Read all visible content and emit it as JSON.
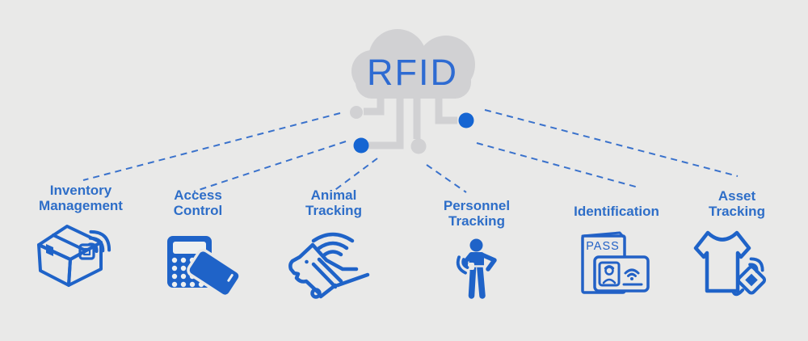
{
  "cloud": {
    "label": "RFID",
    "label_color": "#2e6bd2",
    "fill_color": "#d1d1d3"
  },
  "colors": {
    "background": "#e9e9e8",
    "icon_blue": "#1f63c8",
    "label_blue": "#2e6ec8",
    "dash_blue": "#3a72cc",
    "node_blue": "#1565d2",
    "trace_gray": "#d1d1d3"
  },
  "items": [
    {
      "id": "inventory-management",
      "lines": [
        "Inventory",
        "Management"
      ],
      "icon": "box-rfid-icon"
    },
    {
      "id": "access-control",
      "lines": [
        "Access",
        "Control"
      ],
      "icon": "keypad-card-icon"
    },
    {
      "id": "animal-tracking",
      "lines": [
        "Animal",
        "Tracking"
      ],
      "icon": "dog-collar-icon"
    },
    {
      "id": "personnel-tracking",
      "lines": [
        "Personnel",
        "Tracking"
      ],
      "icon": "person-badge-icon"
    },
    {
      "id": "identification",
      "lines": [
        "Identification"
      ],
      "icon": "passport-id-card-icon",
      "pass_label": "PASS"
    },
    {
      "id": "asset-tracking",
      "lines": [
        "Asset",
        "Tracking"
      ],
      "icon": "tshirt-rfid-tag-icon"
    }
  ]
}
